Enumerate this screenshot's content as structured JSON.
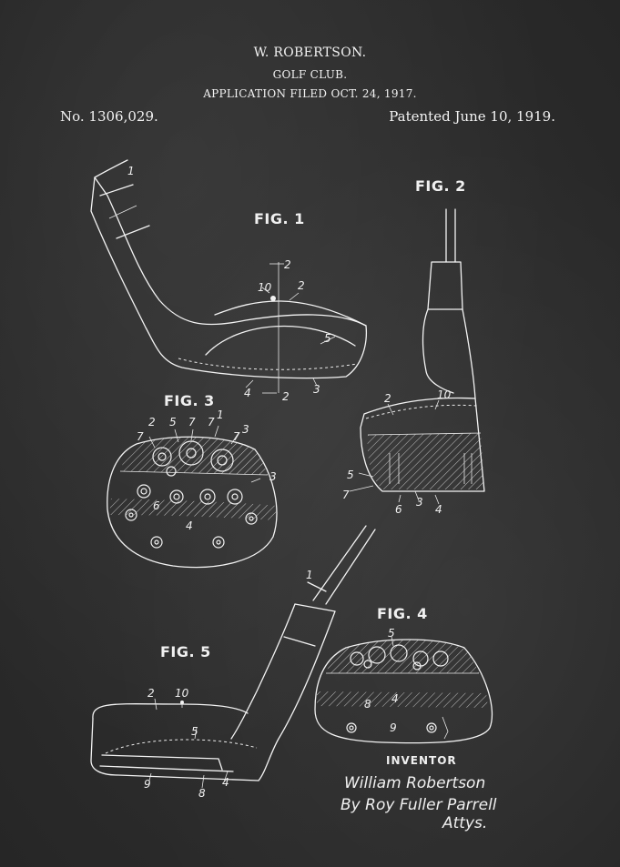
{
  "header": {
    "inventor_name": "W. ROBERTSON.",
    "title": "GOLF CLUB.",
    "application": "APPLICATION FILED OCT. 24, 1917.",
    "patent_number": "No. 1306,029.",
    "patented_date": "Patented June 10, 1919."
  },
  "figures": {
    "fig1": "FIG. 1",
    "fig2": "FIG. 2",
    "fig3": "FIG. 3",
    "fig4": "FIG. 4",
    "fig5": "FIG. 5"
  },
  "labels": {
    "fig1": [
      "1",
      "2",
      "10",
      "2",
      "5",
      "4",
      "2",
      "3"
    ],
    "fig2": [
      "2",
      "10",
      "5",
      "7",
      "6",
      "3",
      "4"
    ],
    "fig3": [
      "7",
      "2",
      "5",
      "7",
      "7",
      "1",
      "7",
      "3",
      "6",
      "4",
      "3"
    ],
    "fig4": [
      "5",
      "8",
      "4",
      "9"
    ],
    "fig5": [
      "1",
      "2",
      "10",
      "5",
      "9",
      "8",
      "4"
    ]
  },
  "signature": {
    "heading": "INVENTOR",
    "name": "William Robertson",
    "attorney": "By Roy Fuller Parrell",
    "suffix": "Attys."
  },
  "colors": {
    "board": "#2b2b2b",
    "chalk": "#f2f2f2"
  }
}
